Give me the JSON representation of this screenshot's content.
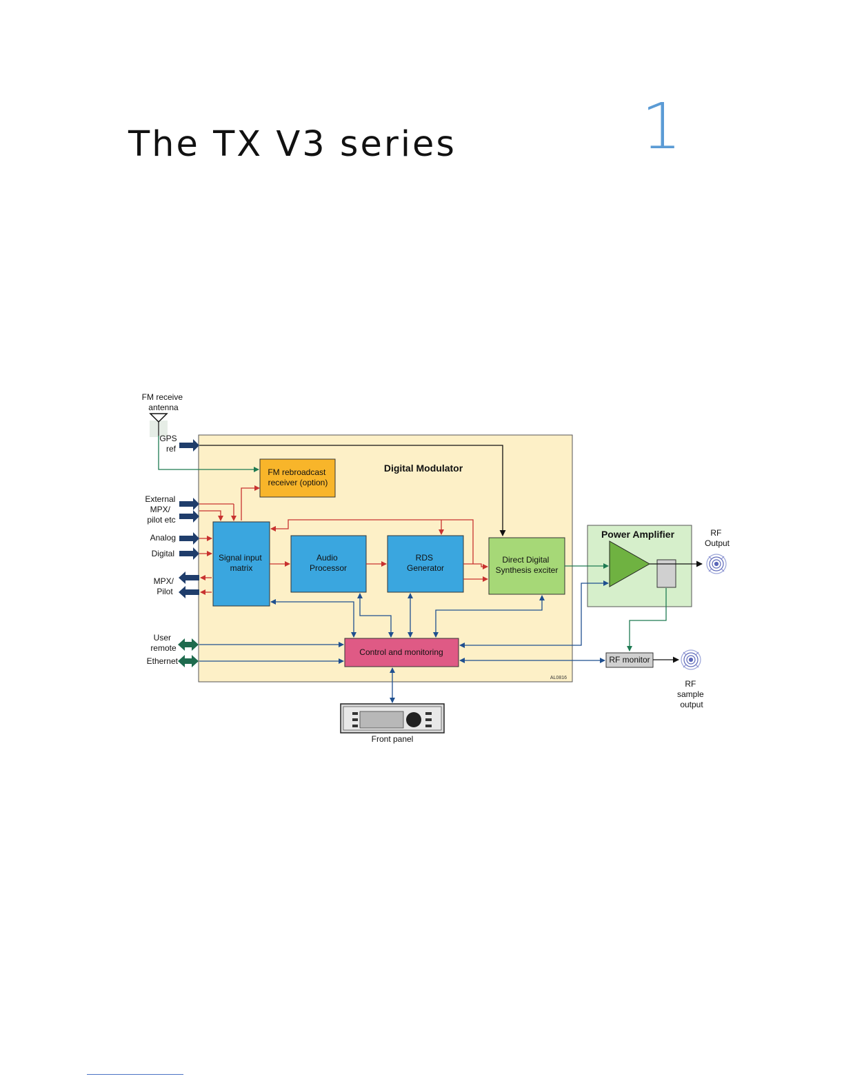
{
  "page": {
    "title": "The TX V3 series",
    "chapter_number": "1"
  },
  "diagram": {
    "antenna_label": [
      "FM receive",
      "antenna"
    ],
    "gps_label": [
      "GPS",
      "ref"
    ],
    "external_label": [
      "External",
      "MPX/",
      "pilot etc"
    ],
    "analog_label": "Analog",
    "digital_label": "Digital",
    "mpx_label": [
      "MPX/",
      "Pilot"
    ],
    "user_remote_label": [
      "User",
      "remote"
    ],
    "ethernet_label": "Ethernet",
    "digital_modulator_title": "Digital Modulator",
    "fm_rebroadcast": [
      "FM rebroadcast",
      "receiver (option)"
    ],
    "signal_input": [
      "Signal input",
      "matrix"
    ],
    "audio_processor": [
      "Audio",
      "Processor"
    ],
    "rds_generator": [
      "RDS",
      "Generator"
    ],
    "dds_exciter": [
      "Direct Digital",
      "Synthesis exciter"
    ],
    "control_monitoring": "Control and monitoring",
    "power_amplifier_title": "Power Amplifier",
    "rf_output_label": [
      "RF",
      "Output"
    ],
    "rf_monitor": "RF monitor",
    "rf_sample_label": [
      "RF",
      "sample",
      "output"
    ],
    "front_panel_label": "Front panel",
    "figure_code": "AL0816",
    "colors": {
      "modulator_bg": "#fdf0c7",
      "blue_block": "#3aa6df",
      "orange_block": "#f8b52a",
      "green_block": "#a6d877",
      "pink_block": "#df5a85",
      "pa_bg": "#d6efcb",
      "red_arrow": "#c8322f",
      "blue_arrow": "#1f4f8f",
      "green_arrow": "#1e7a52"
    }
  }
}
